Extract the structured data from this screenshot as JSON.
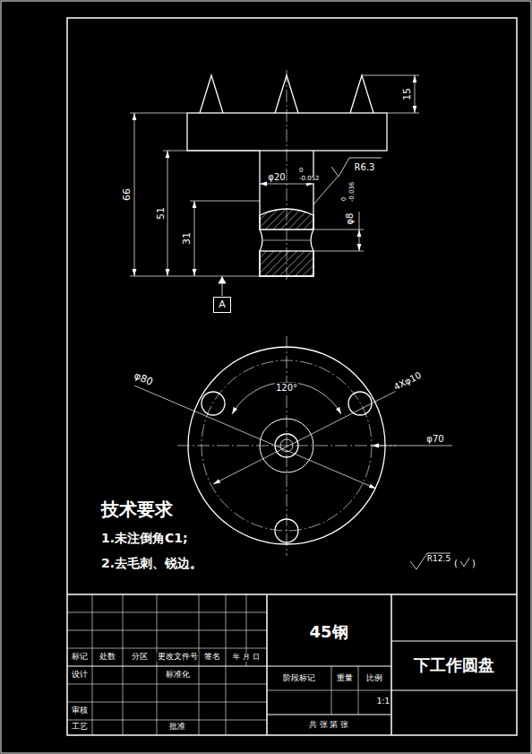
{
  "diagram": {
    "nodes": [
      {
        "text": [
          "A"
        ]
      }
    ],
    "labels": [
      "66",
      "51",
      "31",
      "15",
      "φ20",
      "0",
      "-0.052",
      "R6.3",
      "φ8",
      "0",
      "-0.036",
      "φ80",
      "120°",
      "4Xφ10",
      "φ70",
      "技术要求",
      "1.未注倒角C1;",
      "2.去毛刺、锐边。",
      "R12.5",
      "(",
      ")",
      "标记",
      "处数",
      "分区",
      "更改文件号",
      "签名",
      "年 月 日",
      "设计",
      "标准化",
      "审核",
      "工艺",
      "批准",
      "45钢",
      "阶段标记",
      "重量",
      "比例",
      "1:1",
      "共 张 第 张",
      "下工作圆盘"
    ]
  }
}
